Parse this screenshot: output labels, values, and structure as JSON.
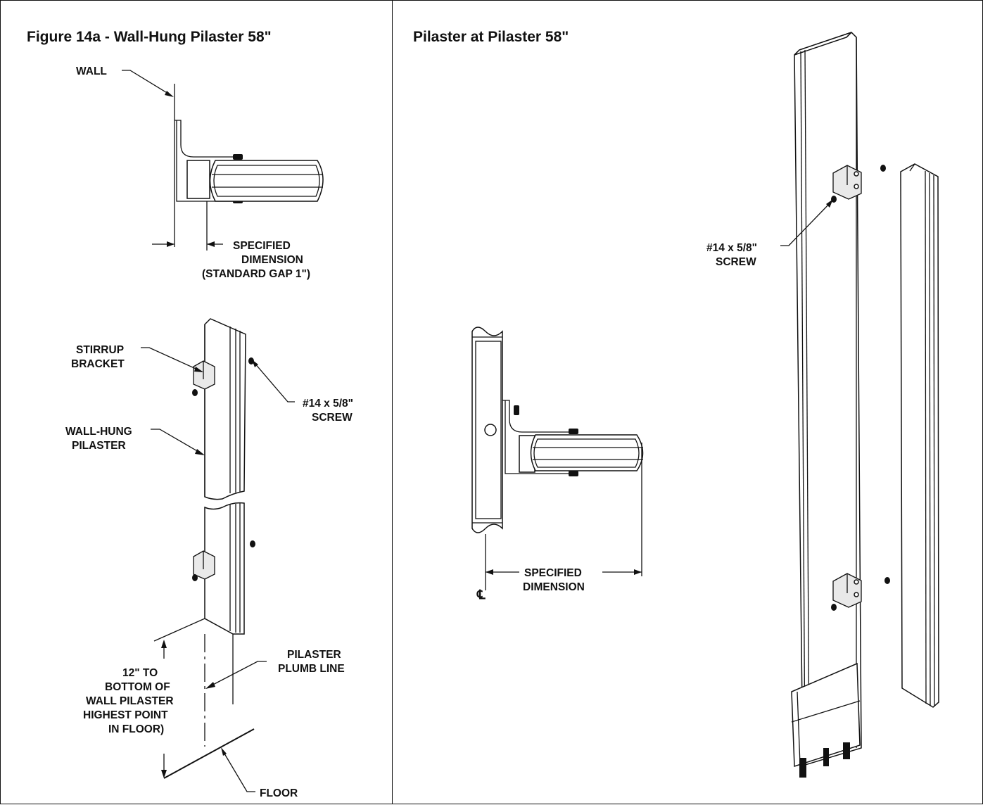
{
  "figure_left": {
    "title": "Figure 14a - Wall-Hung Pilaster 58\"",
    "labels": {
      "wall": "WALL",
      "specified_1": "SPECIFIED",
      "specified_2": "DIMENSION",
      "specified_3": "(STANDARD GAP 1\")",
      "stirrup_1": "STIRRUP",
      "stirrup_2": "BRACKET",
      "screw_1": "#14 x 5/8\"",
      "screw_2": "SCREW",
      "wallhung_1": "WALL-HUNG",
      "wallhung_2": "PILASTER",
      "plumb_1": "PILASTER",
      "plumb_2": "PLUMB LINE",
      "height_1": "12\" TO",
      "height_2": "BOTTOM OF",
      "height_3": "WALL PILASTER",
      "height_4": "HIGHEST POINT",
      "height_5": "IN FLOOR)",
      "floor": "FLOOR"
    }
  },
  "figure_right": {
    "title": "Pilaster at Pilaster 58\"",
    "labels": {
      "screw_1": "#14 x 5/8\"",
      "screw_2": "SCREW",
      "specified_1": "SPECIFIED",
      "specified_2": "DIMENSION",
      "centerline": "℄"
    }
  }
}
